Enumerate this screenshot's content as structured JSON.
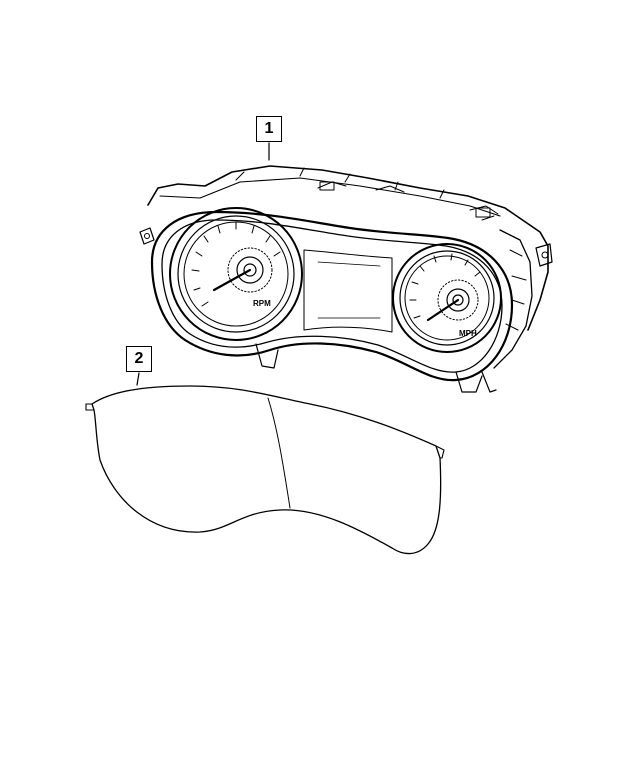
{
  "callouts": [
    {
      "number": "1"
    },
    {
      "number": "2"
    }
  ],
  "gauges": {
    "left_label": "RPM",
    "right_label": "MPH"
  }
}
